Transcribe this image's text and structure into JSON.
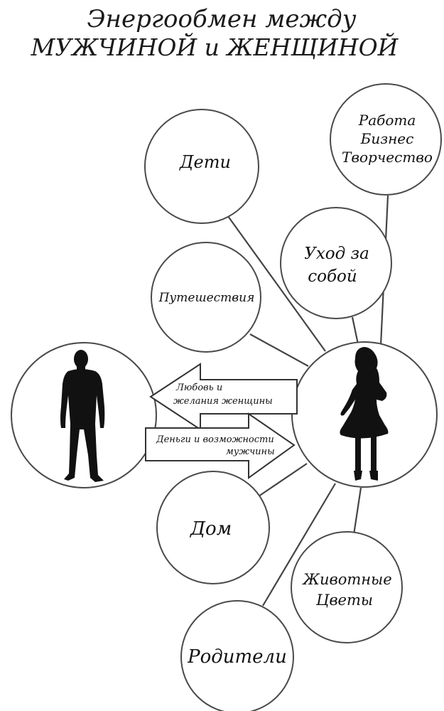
{
  "title": {
    "line1": "Энергообмен между",
    "line2": "МУЖЧИНОЙ и ЖЕНЩИНОЙ"
  },
  "nodes": {
    "deti": "Дети",
    "rabota": [
      "Работа",
      "Бизнес",
      "Творчество"
    ],
    "uhod": [
      "Уход за",
      "собой"
    ],
    "puteshestviya": "Путешествия",
    "dom": "Дом",
    "zhivotnye": [
      "Животные",
      "Цветы"
    ],
    "roditeli": "Родители"
  },
  "arrows": {
    "to_man": [
      "Любовь и",
      "желания женщины"
    ],
    "to_woman": [
      "Деньги и возможности",
      "мужчины"
    ]
  },
  "figures": {
    "man": "man-silhouette-icon",
    "woman": "woman-silhouette-icon"
  },
  "colors": {
    "outline": "#4a4a4a",
    "silhouette": "#111111",
    "background": "#ffffff"
  }
}
